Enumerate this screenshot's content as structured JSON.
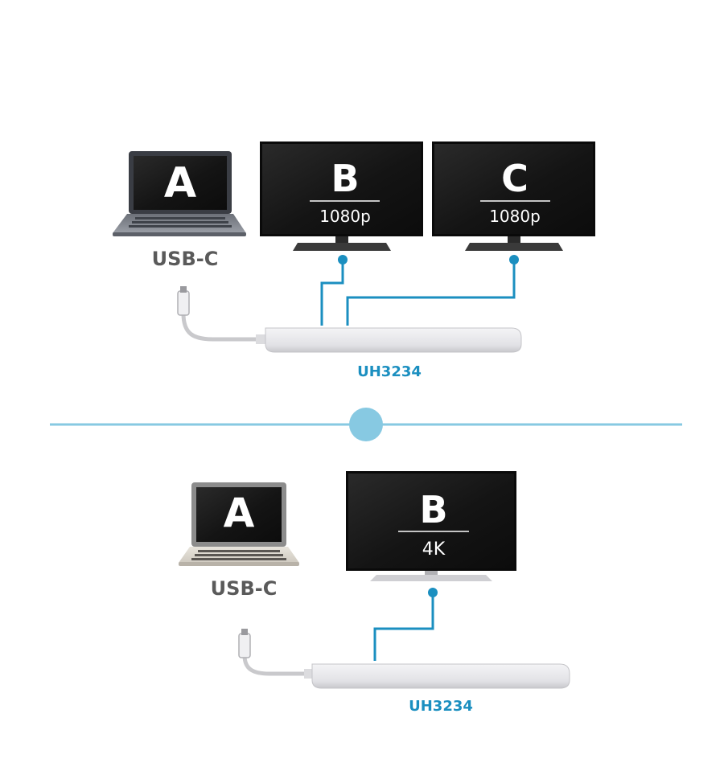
{
  "colors": {
    "cable": "#1b8fc0",
    "divider": "#87c9e2",
    "screen": "#1a1a1a",
    "hub": "#e8e8ec"
  },
  "top": {
    "laptop": {
      "letter": "A",
      "port_label": "USB-C"
    },
    "monitors": [
      {
        "letter": "B",
        "resolution": "1080p"
      },
      {
        "letter": "C",
        "resolution": "1080p"
      }
    ],
    "hub_model": "UH3234"
  },
  "bottom": {
    "laptop": {
      "letter": "A",
      "port_label": "USB-C"
    },
    "monitors": [
      {
        "letter": "B",
        "resolution": "4K"
      }
    ],
    "hub_model": "UH3234"
  }
}
